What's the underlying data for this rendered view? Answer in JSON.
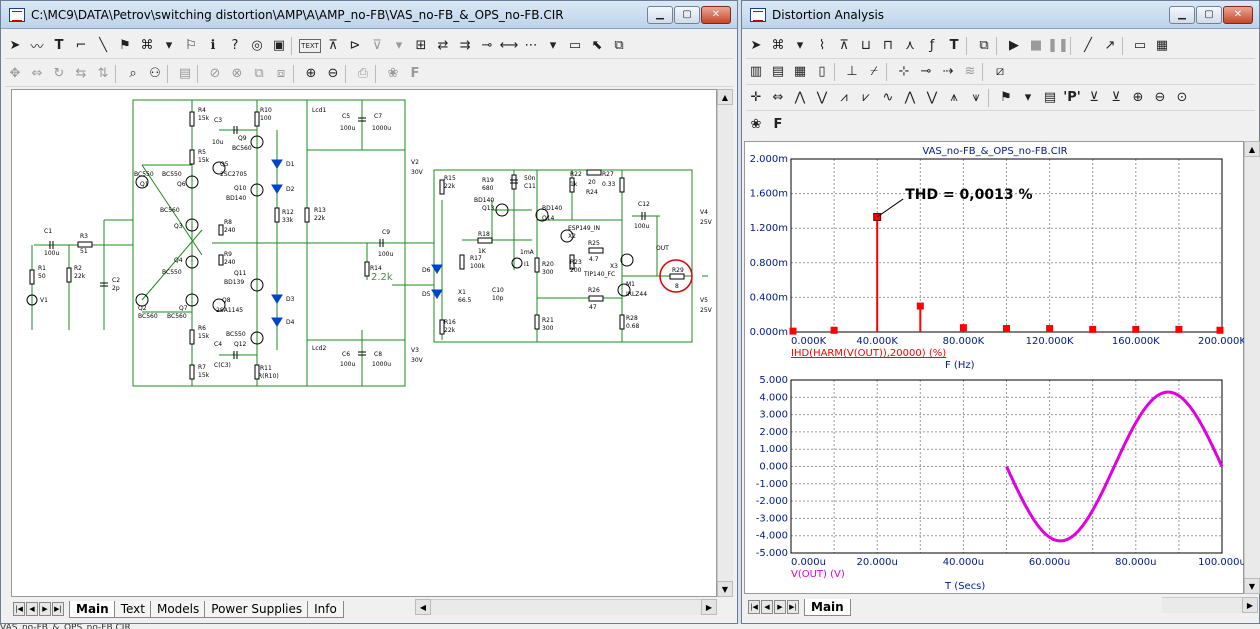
{
  "left_window": {
    "title": "C:\\MC9\\DATA\\Petrov\\switching distortion\\AMP\\A\\AMP_no-FB\\VAS_no-FB_&_OPS_no-FB.CIR",
    "toolbar_text_button": "TEXT",
    "tabs": [
      "Main",
      "Text",
      "Models",
      "Power Supplies",
      "Info"
    ],
    "active_tab": "Main"
  },
  "right_window": {
    "title": "Distortion Analysis",
    "tabs": [
      "Main"
    ],
    "active_tab": "Main"
  },
  "status_bar": {
    "text": "VAS_no-FB_&_OPS_no-FB.CIR"
  },
  "schematic": {
    "labels": {
      "c1": "C1",
      "c1v": "100u",
      "r3": "R3",
      "r3v": "51",
      "r1": "R1",
      "r1v": "50",
      "v1": "V1",
      "r2": "R2",
      "r2v": "22k",
      "c2": "C2",
      "c2v": "2p",
      "q1": "Q1",
      "q1m": "BC550",
      "q2": "Q2",
      "q2m": "BC560",
      "q3": "Q3",
      "q4": "Q4",
      "q4m": "BC550",
      "q6": "Q6",
      "q6m": "BC550",
      "q7": "Q7",
      "q7m": "BC560",
      "q3m": "BC560",
      "r4": "R4",
      "r4v": "15k",
      "c3": "C3",
      "c3v": "10u",
      "r5": "R5",
      "r5v": "15k",
      "q5": "Q5",
      "q5m": "2SC2705",
      "q9": "Q9",
      "q9m": "BC560",
      "q10": "Q10",
      "q10m": "BD140",
      "r8": "R8",
      "r8v": "240",
      "r9": "R9",
      "r9v": "240",
      "q11": "Q11",
      "q11m": "BD139",
      "q8": "Q8",
      "q8m": "2SA1145",
      "r6": "R6",
      "r6v": "15k",
      "c4": "C4",
      "c4v": "C(C3)",
      "r7": "R7",
      "r7v": "15k",
      "q12": "Q12",
      "q12m": "BC550",
      "r11": "R11",
      "r11v": "R(R10)",
      "r10": "R10",
      "r10v": "100",
      "d1": "D1",
      "d2": "D2",
      "d3": "D3",
      "d4": "D4",
      "r12": "R12",
      "r12v": "33k",
      "r13": "R13",
      "r13v": "22k",
      "lcd1": "Lcd1",
      "c5": "C5",
      "c5v": "100u",
      "c7": "C7",
      "c7v": "1000u",
      "lcd2": "Lcd2",
      "c6": "C6",
      "c6v": "100u",
      "c8": "C8",
      "c8v": "1000u",
      "v2": "V2",
      "v2v": "30V",
      "v3": "V3",
      "v3v": "30V",
      "c9": "C9",
      "c9v": "100u",
      "r14": "R14",
      "r14v": "2.2k",
      "r15": "R15",
      "r15v": "22k",
      "d6": "D6",
      "d5": "D5",
      "x1": "X1",
      "x1v": "66.5",
      "r16": "R16",
      "r16v": "22k",
      "r18": "R18",
      "r18v": "1K",
      "r17": "R17",
      "r17v": "100k",
      "c10": "C10",
      "c10v": "10p",
      "r19": "R19",
      "r19v": "680",
      "q13m": "BD140",
      "q13": "Q13",
      "c11": "50n",
      "c11n": "C11",
      "i1": "1mA",
      "i1n": "I1",
      "r20": "R20",
      "r20v": "300",
      "r21": "R21",
      "r21v": "300",
      "r22": "R22",
      "r22v": "1k",
      "q14m": "BD140",
      "q14": "Q14",
      "r24": "R24",
      "r24n": "20",
      "r27": "R27",
      "r27v": "0.33",
      "x2m": "ESP149_IN",
      "x2": "X2",
      "r25": "R25",
      "r25v": "4.7",
      "r23": "R23",
      "r23v": "200",
      "x3": "X3",
      "x3m": "TIP140_FC",
      "r26": "R26",
      "r26v": "47",
      "m1": "M1",
      "m1m": "IRLZ44",
      "r28": "R28",
      "r28v": "0.68",
      "c12": "C12",
      "c12v": "100u",
      "out": "OUT",
      "r29": "R29",
      "r29v": "8",
      "v4": "V4",
      "v4v": "25V",
      "v5": "V5",
      "v5v": "25V"
    }
  },
  "chart_data": [
    {
      "type": "bar",
      "title": "VAS_no-FB_&_OPS_no-FB.CIR",
      "xlabel": "F (Hz)",
      "ylabel": "IHD(HARM(V(OUT)),20000) (%)",
      "x_ticks": [
        "0.000K",
        "40.000K",
        "80.000K",
        "120.000K",
        "160.000K",
        "200.000K"
      ],
      "y_ticks": [
        "0.000m",
        "0.400m",
        "0.800m",
        "1.200m",
        "1.600m",
        "2.000m"
      ],
      "xlim": [
        0,
        200000
      ],
      "ylim": [
        0,
        2.0
      ],
      "x": [
        0,
        20000,
        40000,
        60000,
        80000,
        100000,
        120000,
        140000,
        160000,
        180000,
        200000
      ],
      "values": [
        0.01,
        0.02,
        1.33,
        0.3,
        0.05,
        0.04,
        0.04,
        0.03,
        0.03,
        0.03,
        0.02
      ],
      "annotation": "THD = 0,0013 %",
      "color": "#ff0000",
      "grid": true
    },
    {
      "type": "line",
      "xlabel": "T (Secs)",
      "ylabel": "V(OUT) (V)",
      "x_ticks": [
        "0.000u",
        "20.000u",
        "40.000u",
        "60.000u",
        "80.000u",
        "100.000u"
      ],
      "y_ticks": [
        "-5.000",
        "-4.000",
        "-3.000",
        "-2.000",
        "-1.000",
        "0.000",
        "1.000",
        "2.000",
        "3.000",
        "4.000",
        "5.000"
      ],
      "xlim": [
        0,
        100
      ],
      "ylim": [
        -5,
        5
      ],
      "amplitude": 4.3,
      "period": 50,
      "start": 50,
      "color": "#e000e0",
      "grid": true
    }
  ]
}
